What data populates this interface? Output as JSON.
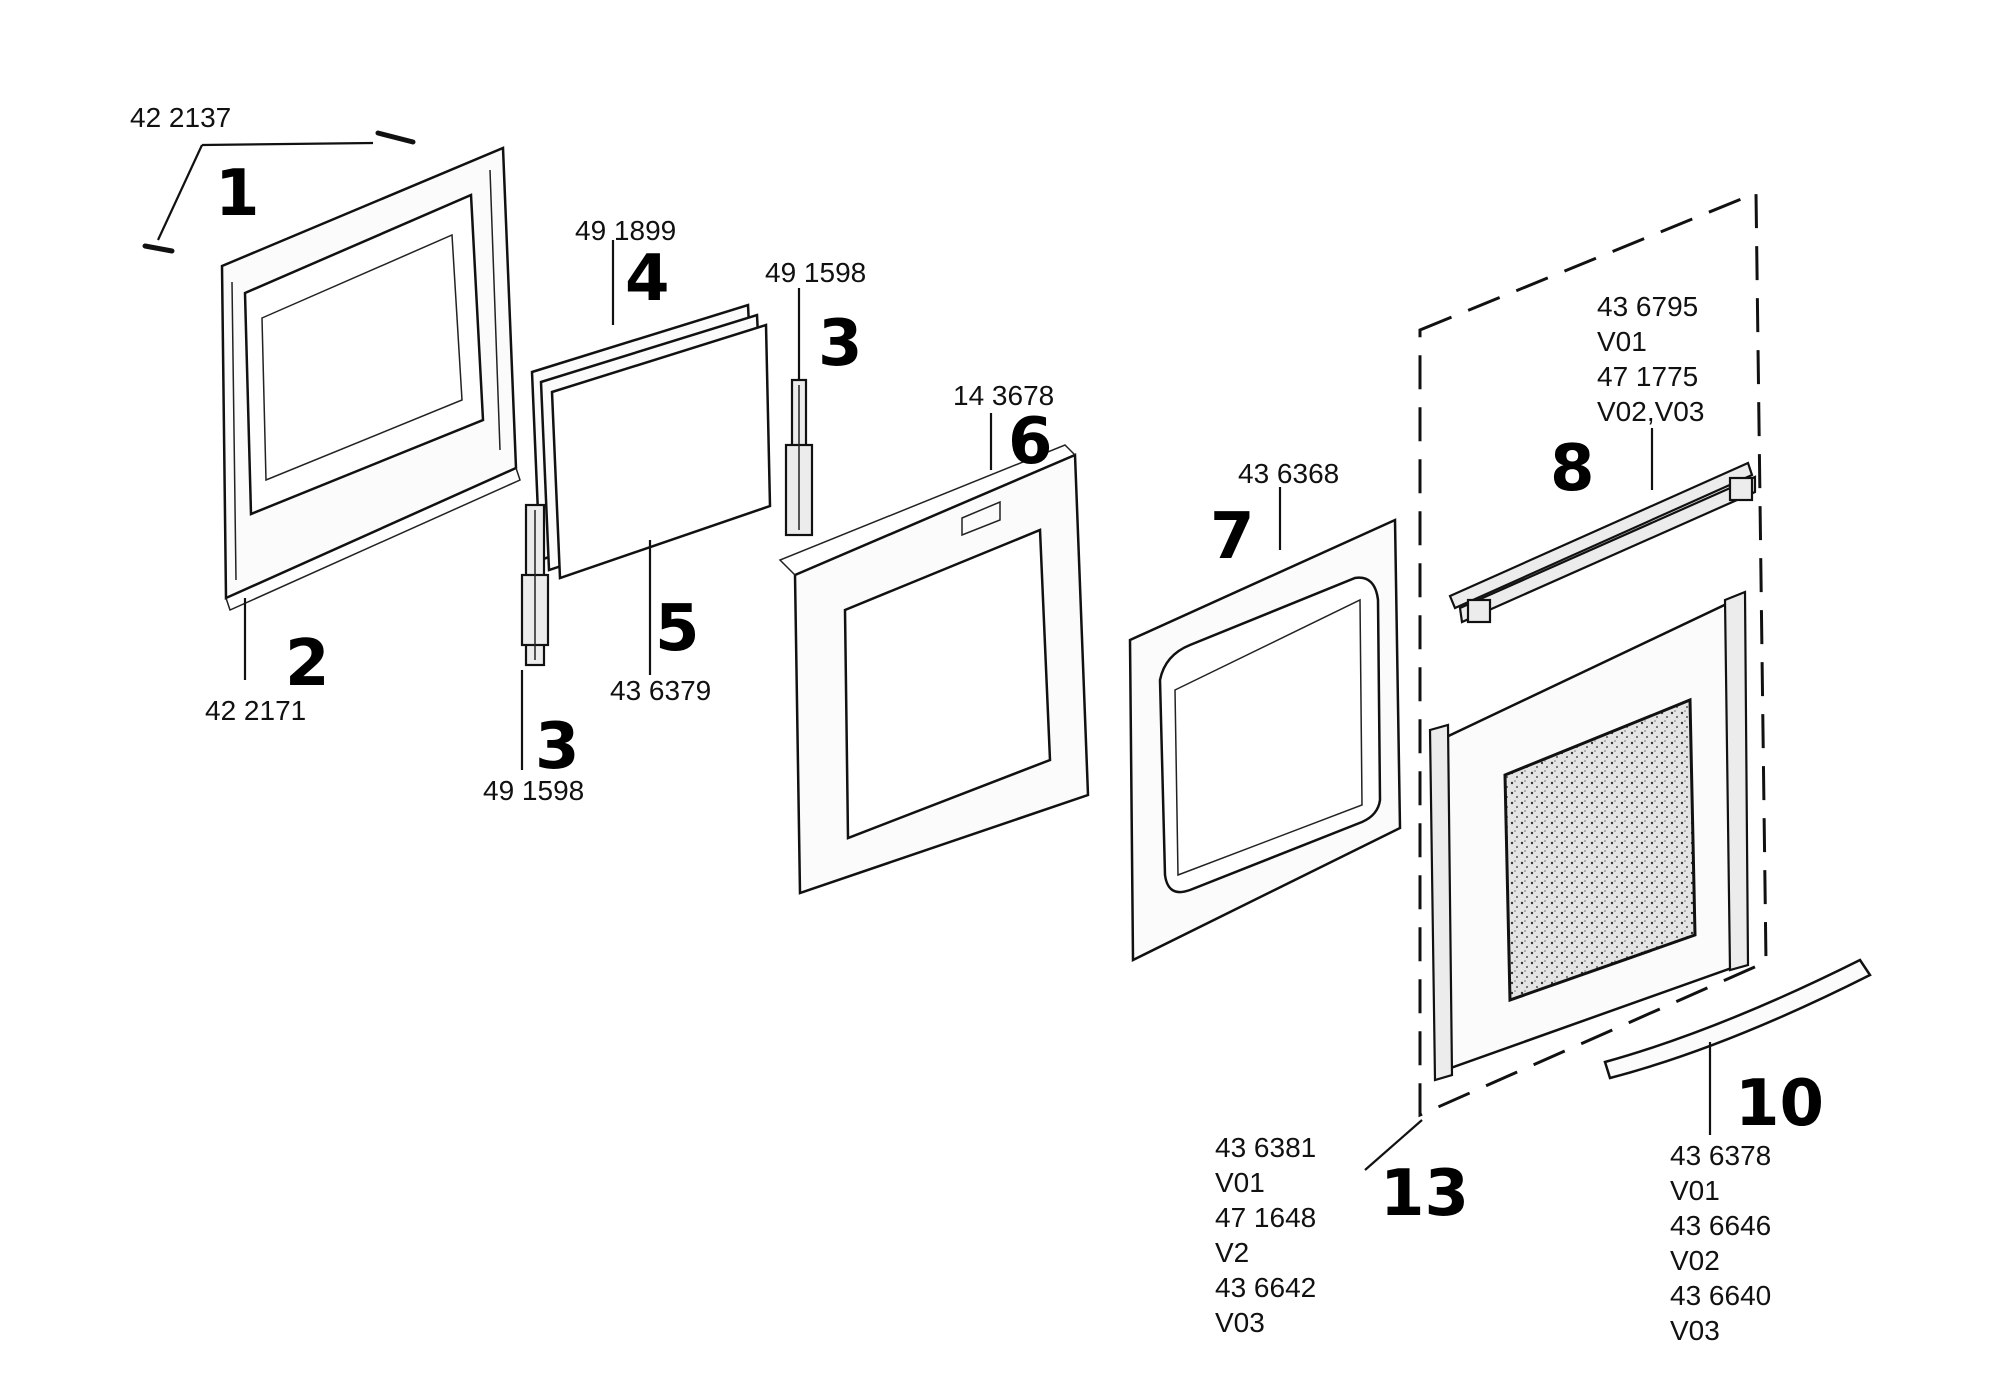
{
  "diagram": {
    "callouts": [
      {
        "id": "1",
        "part_numbers": [
          "42 2137"
        ]
      },
      {
        "id": "2",
        "part_numbers": [
          "42 2171"
        ]
      },
      {
        "id": "3",
        "part_numbers": [
          "49 1598"
        ]
      },
      {
        "id": "3b",
        "number": "3",
        "part_numbers": [
          "49 1598"
        ]
      },
      {
        "id": "4",
        "part_numbers": [
          "49 1899"
        ]
      },
      {
        "id": "5",
        "part_numbers": [
          "43 6379"
        ]
      },
      {
        "id": "6",
        "part_numbers": [
          "14 3678"
        ]
      },
      {
        "id": "7",
        "part_numbers": [
          "43 6368"
        ]
      },
      {
        "id": "8",
        "part_numbers": [
          "43 6795",
          "V01",
          "47 1775",
          "V02,V03"
        ]
      },
      {
        "id": "10",
        "part_numbers": [
          "43 6378",
          "V01",
          "43 6646",
          "V02",
          "43 6640",
          "V03"
        ]
      },
      {
        "id": "13",
        "part_numbers": [
          "43 6381",
          "V01",
          "47 1648",
          "V2",
          "43 6642",
          "V03"
        ]
      }
    ]
  }
}
